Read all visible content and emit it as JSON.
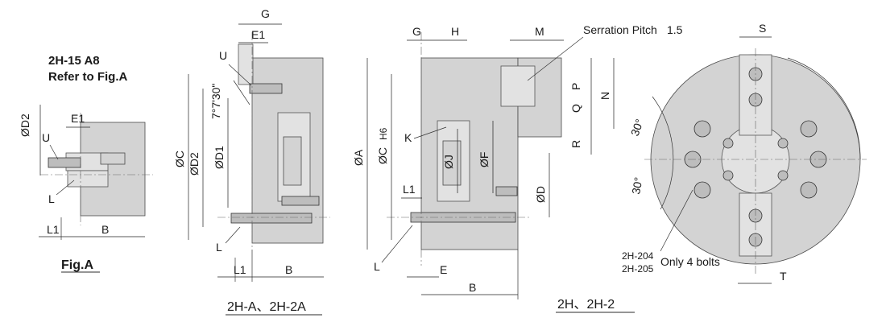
{
  "fig_a": {
    "model": "2H-15  A8",
    "refer": "Refer to Fig.A",
    "caption": "Fig.A",
    "labels": {
      "d2": "ØD2",
      "e1": "E1",
      "u": "U",
      "l": "L",
      "l1": "L1",
      "b": "B"
    }
  },
  "view2": {
    "caption": "2H-A、2H-2A",
    "labels": {
      "g": "G",
      "e1": "E1",
      "u": "U",
      "angle": "7°7'30\"",
      "c": "ØC",
      "d2": "ØD2",
      "d1": "ØD1",
      "l": "L",
      "l1": "L1",
      "b": "B"
    }
  },
  "view3": {
    "caption": "2H、2H-2",
    "labels": {
      "g": "G",
      "h": "H",
      "m": "M",
      "serration": "Serration Pitch",
      "pitch": "1.5",
      "p": "P",
      "n": "N",
      "q": "Q",
      "r": "R",
      "a": "ØA",
      "c": "ØC",
      "h6": "H6",
      "k": "K",
      "j": "ØJ",
      "f": "ØF",
      "l1": "L1",
      "d": "ØD",
      "l": "L",
      "e": "E",
      "b": "B"
    }
  },
  "view4": {
    "labels": {
      "s": "S",
      "angle1": "30°",
      "angle2": "30°",
      "t": "T"
    },
    "note_models": [
      "2H-204",
      "2H-205"
    ],
    "note_text": "Only 4 bolts"
  },
  "colors": {
    "body": "#d3d3d3",
    "line": "#2b2b2b",
    "accent": "#c8b860"
  }
}
